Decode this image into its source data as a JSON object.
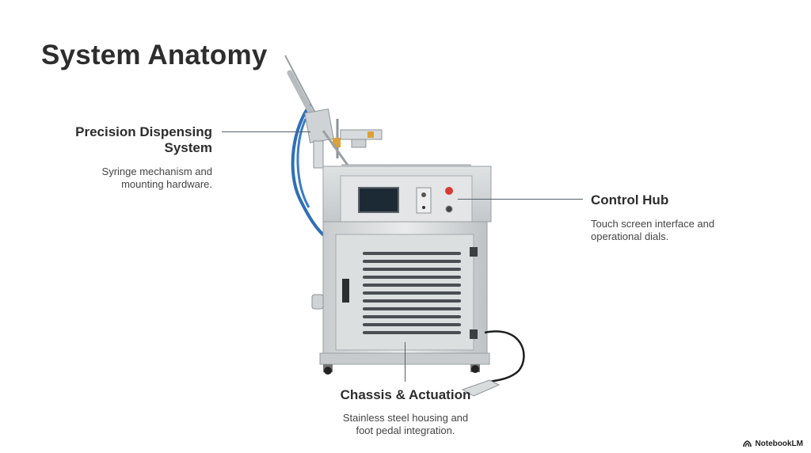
{
  "page": {
    "title": "System Anatomy"
  },
  "callouts": {
    "dispensing": {
      "title_line1": "Precision Dispensing",
      "title_line2": "System",
      "desc_line1": "Syringe mechanism and",
      "desc_line2": "mounting hardware."
    },
    "control": {
      "title": "Control Hub",
      "desc_line1": "Touch screen interface and",
      "desc_line2": "operational dials."
    },
    "chassis": {
      "title": "Chassis & Actuation",
      "desc_line1": "Stainless steel housing and",
      "desc_line2": "foot pedal integration."
    }
  },
  "brand": {
    "label": "NotebookLM",
    "icon": "notebooklm-logo-icon"
  }
}
